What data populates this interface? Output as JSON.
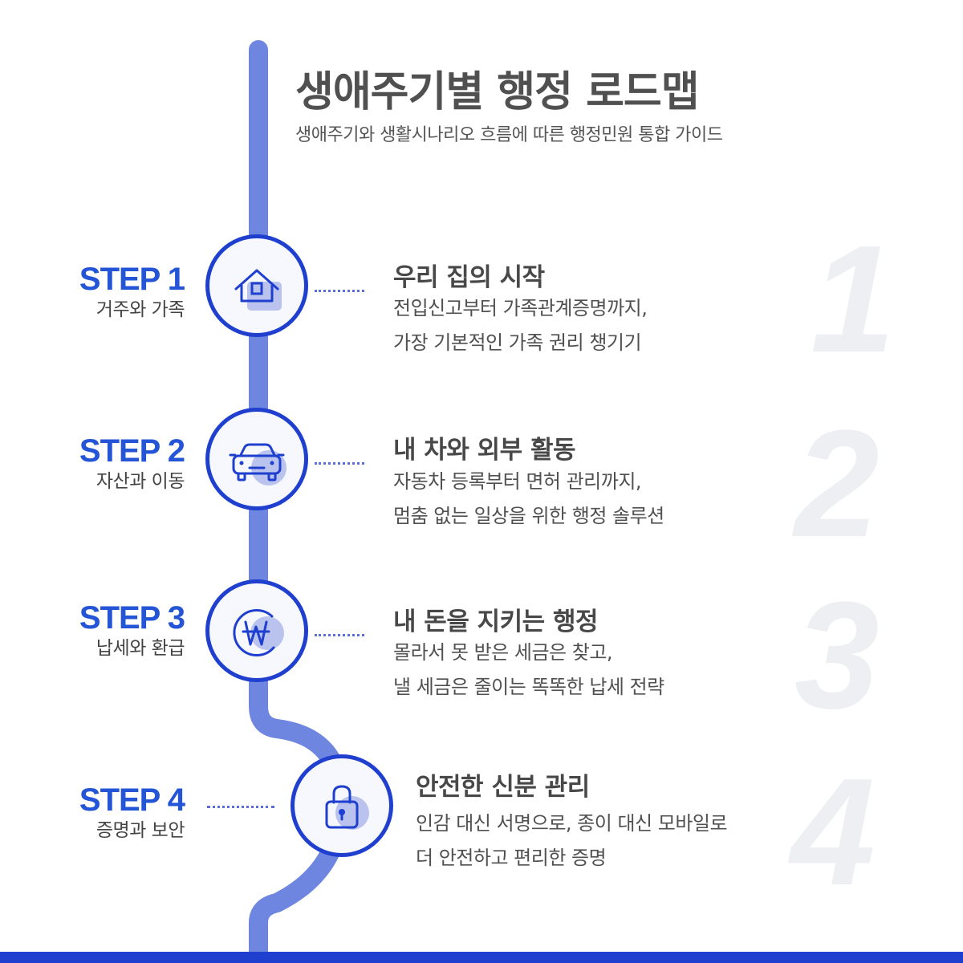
{
  "title": "생애주기별 행정 로드맵",
  "subtitle": "생애주기와 생활시나리오 흐름에 따른 행정민원 통합 가이드",
  "colors": {
    "accent": "#1f3fcf",
    "track": "#6e86e0",
    "step_text": "#2355d6",
    "icon_fill": "#b9c3ee",
    "watermark": "#eeeff2"
  },
  "steps": [
    {
      "step": "STEP 1",
      "name": "거주와 가족",
      "icon": "house-icon",
      "title": "우리 집의 시작",
      "desc1": "전입신고부터 가족관계증명까지,",
      "desc2": "가장 기본적인 가족 권리 챙기기",
      "number": "1"
    },
    {
      "step": "STEP 2",
      "name": "자산과 이동",
      "icon": "car-icon",
      "title": "내 차와 외부 활동",
      "desc1": "자동차 등록부터 면허 관리까지,",
      "desc2": "멈춤 없는 일상을 위한 행정 솔루션",
      "number": "2"
    },
    {
      "step": "STEP 3",
      "name": "납세와 환급",
      "icon": "won-coin-icon",
      "title": "내 돈을 지키는 행정",
      "desc1": "몰라서 못 받은 세금은 찾고,",
      "desc2": "낼 세금은 줄이는 똑똑한 납세 전략",
      "number": "3"
    },
    {
      "step": "STEP 4",
      "name": "증명과 보안",
      "icon": "padlock-icon",
      "title": "안전한 신분 관리",
      "desc1": "인감 대신 서명으로, 종이 대신 모바일로",
      "desc2": "더 안전하고 편리한 증명",
      "number": "4"
    }
  ]
}
